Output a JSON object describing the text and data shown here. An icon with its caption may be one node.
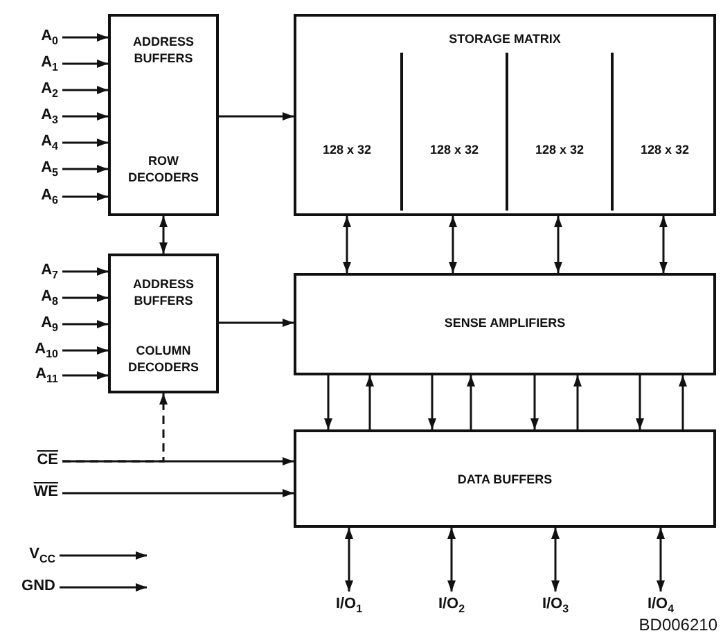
{
  "diagram": {
    "nodes": [
      {
        "text": [
          "ADDRESS BUFFERS",
          "ROW DECODERS"
        ]
      },
      {
        "text": [
          "STORAGE MATRIX"
        ]
      },
      {
        "text": [
          "128 x 32"
        ],
        "in": 1
      },
      {
        "text": [
          "128 x 32"
        ],
        "in": 1
      },
      {
        "text": [
          "128 x 32"
        ],
        "in": 1
      },
      {
        "text": [
          "128 x 32"
        ],
        "in": 1
      },
      {
        "text": [
          "ADDRESS BUFFERS",
          "COLUMN DECODERS"
        ]
      },
      {
        "text": [
          "SENSE AMPLIFIERS"
        ]
      },
      {
        "text": [
          "DATA BUFFERS"
        ]
      },
      {
        "text": [
          "A$_{0}$"
        ]
      },
      {
        "text": [
          "A$_{1}$"
        ]
      },
      {
        "text": [
          "A$_{2}$"
        ]
      },
      {
        "text": [
          "A$_{3}$"
        ]
      },
      {
        "text": [
          "A$_{4}$"
        ]
      },
      {
        "text": [
          "A$_{5}$"
        ]
      },
      {
        "text": [
          "A$_{6}$"
        ]
      },
      {
        "text": [
          "A$_{7}$"
        ]
      },
      {
        "text": [
          "A$_{8}$"
        ]
      },
      {
        "text": [
          "A$_{9}$"
        ]
      },
      {
        "text": [
          "A$_{10}$"
        ]
      },
      {
        "text": [
          "A$_{11}$"
        ]
      },
      {
        "text": [
          "CE"
        ]
      },
      {
        "text": [
          "WE"
        ]
      },
      {
        "text": [
          "V$_{CC}$"
        ]
      },
      {
        "text": [
          "GND"
        ]
      },
      {
        "text": [
          "I/O$_{1}$"
        ]
      },
      {
        "text": [
          "I/O$_{2}$"
        ]
      },
      {
        "text": [
          "I/O$_{3}$"
        ]
      },
      {
        "text": [
          "I/O$_{4}$"
        ]
      }
    ],
    "edges": [
      {
        "from": 9,
        "to": 0,
        "arrow": "to"
      },
      {
        "from": 10,
        "to": 0,
        "arrow": "to"
      },
      {
        "from": 11,
        "to": 0,
        "arrow": "to"
      },
      {
        "from": 12,
        "to": 0,
        "arrow": "to"
      },
      {
        "from": 13,
        "to": 0,
        "arrow": "to"
      },
      {
        "from": 14,
        "to": 0,
        "arrow": "to"
      },
      {
        "from": 15,
        "to": 0,
        "arrow": "to"
      },
      {
        "from": 16,
        "to": 6,
        "arrow": "to"
      },
      {
        "from": 17,
        "to": 6,
        "arrow": "to"
      },
      {
        "from": 18,
        "to": 6,
        "arrow": "to"
      },
      {
        "from": 19,
        "to": 6,
        "arrow": "to"
      },
      {
        "from": 20,
        "to": 6,
        "arrow": "to"
      },
      {
        "from": 0,
        "to": 1,
        "arrow": "to"
      },
      {
        "from": 0,
        "to": 6,
        "arrow": "both"
      },
      {
        "from": 6,
        "to": 7,
        "arrow": "to"
      },
      {
        "from": 21,
        "to": 8,
        "arrow": "to"
      },
      {
        "from": 22,
        "to": 8,
        "arrow": "to"
      },
      {
        "from": 21,
        "to": 6,
        "arrow": "to",
        "style": "dashed"
      },
      {
        "from": 23,
        "to": null,
        "arrow": "to"
      },
      {
        "from": 24,
        "to": null,
        "arrow": "to"
      },
      {
        "from": 2,
        "to": 7,
        "arrow": "both"
      },
      {
        "from": 3,
        "to": 7,
        "arrow": "both"
      },
      {
        "from": 4,
        "to": 7,
        "arrow": "both"
      },
      {
        "from": 5,
        "to": 7,
        "arrow": "both"
      },
      {
        "from": 7,
        "to": 8,
        "arrow": "to"
      },
      {
        "from": 7,
        "to": 8,
        "arrow": "to"
      },
      {
        "from": 7,
        "to": 8,
        "arrow": "to"
      },
      {
        "from": 7,
        "to": 8,
        "arrow": "to"
      },
      {
        "from": 8,
        "to": 7,
        "arrow": "to"
      },
      {
        "from": 8,
        "to": 7,
        "arrow": "to"
      },
      {
        "from": 8,
        "to": 7,
        "arrow": "to"
      },
      {
        "from": 8,
        "to": 7,
        "arrow": "to"
      },
      {
        "from": 8,
        "to": 25,
        "arrow": "both"
      },
      {
        "from": 8,
        "to": 26,
        "arrow": "both"
      },
      {
        "from": 8,
        "to": 27,
        "arrow": "both"
      },
      {
        "from": 8,
        "to": 28,
        "arrow": "both"
      }
    ],
    "labels": [
      "BD006210"
    ]
  }
}
